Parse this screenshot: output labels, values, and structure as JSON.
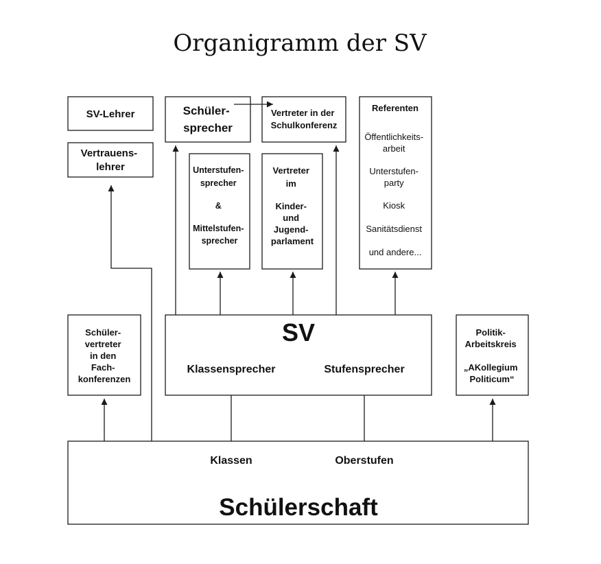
{
  "title": "Organigramm der SV",
  "boxes": {
    "sv_lehrer": "SV-Lehrer",
    "vertrauenslehrer": [
      "Vertrauens-",
      "lehrer"
    ],
    "schuelersprecher": [
      "Schüler-",
      "sprecher"
    ],
    "schulkonferenz": [
      "Vertreter in der",
      "Schulkonferenz"
    ],
    "referenten": {
      "heading": "Referenten",
      "items": [
        "Öffentlichkeits-",
        "arbeit",
        "Unterstufen-",
        "party",
        "Kiosk",
        "Sanitätsdienst",
        "und andere..."
      ]
    },
    "stufensprecher": [
      "Unterstufen-",
      "sprecher",
      "&",
      "Mittelstufen-",
      "sprecher"
    ],
    "kinder_jugend": [
      "Vertreter",
      "im",
      "Kinder-",
      "und",
      "Jugend-",
      "parlament"
    ],
    "fachkonferenzen": [
      "Schüler-",
      "vertreter",
      "in den",
      "Fach-",
      "konferenzen"
    ],
    "sv": {
      "title": "SV",
      "left": "Klassensprecher",
      "right": "Stufensprecher"
    },
    "politik": [
      "Politik-",
      "Arbeitskreis",
      "„AKollegium",
      "Politicum“"
    ],
    "schuelerschaft": {
      "title": "Schülerschaft",
      "left": "Klassen",
      "right": "Oberstufen"
    }
  }
}
